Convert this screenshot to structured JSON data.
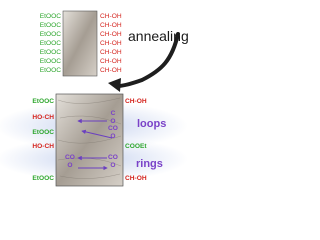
{
  "colors": {
    "green": "#2ea62e",
    "red": "#d4241e",
    "purple": "#7a42c8",
    "text_dark": "#222222",
    "arrow": "#1e1e1e",
    "fiber_light": "#d9d4cd",
    "fiber_dark": "#8c847a",
    "halo": "#b9c7e6"
  },
  "top_panel": {
    "left_labels": [
      "EtOOC",
      "EtOOC",
      "EtOOC",
      "EtOOC",
      "EtOOC",
      "EtOOC",
      "EtOOC"
    ],
    "right_labels": [
      "CH-OH",
      "CH-OH",
      "CH-OH",
      "CH-OH",
      "CH-OH",
      "CH-OH",
      "CH-OH"
    ]
  },
  "process_label": "annealing",
  "bottom_panel": {
    "rows": [
      {
        "left": "EtOOC",
        "left_color": "green",
        "right": "CH-OH",
        "right_color": "red"
      },
      {
        "left": "HO-CH",
        "left_color": "red",
        "right_top": "C",
        "right_bottom": "O",
        "right_color": "purple"
      },
      {
        "left": "EtOOC",
        "left_color": "green",
        "right_top": "CO",
        "right_bottom": "O",
        "right_color": "purple"
      },
      {
        "left": "HO-CH",
        "left_color": "red",
        "right": "COOEt",
        "right_color": "green"
      },
      {
        "left_top": "CO",
        "left_bottom": "O",
        "left_color": "purple",
        "right_top": "CO",
        "right_bottom": "O",
        "right_color": "purple"
      },
      {
        "left": "EtOOC",
        "left_color": "green",
        "right": "CH-OH",
        "right_color": "red"
      }
    ]
  },
  "annotations": {
    "loops": "loops",
    "rings": "rings"
  }
}
